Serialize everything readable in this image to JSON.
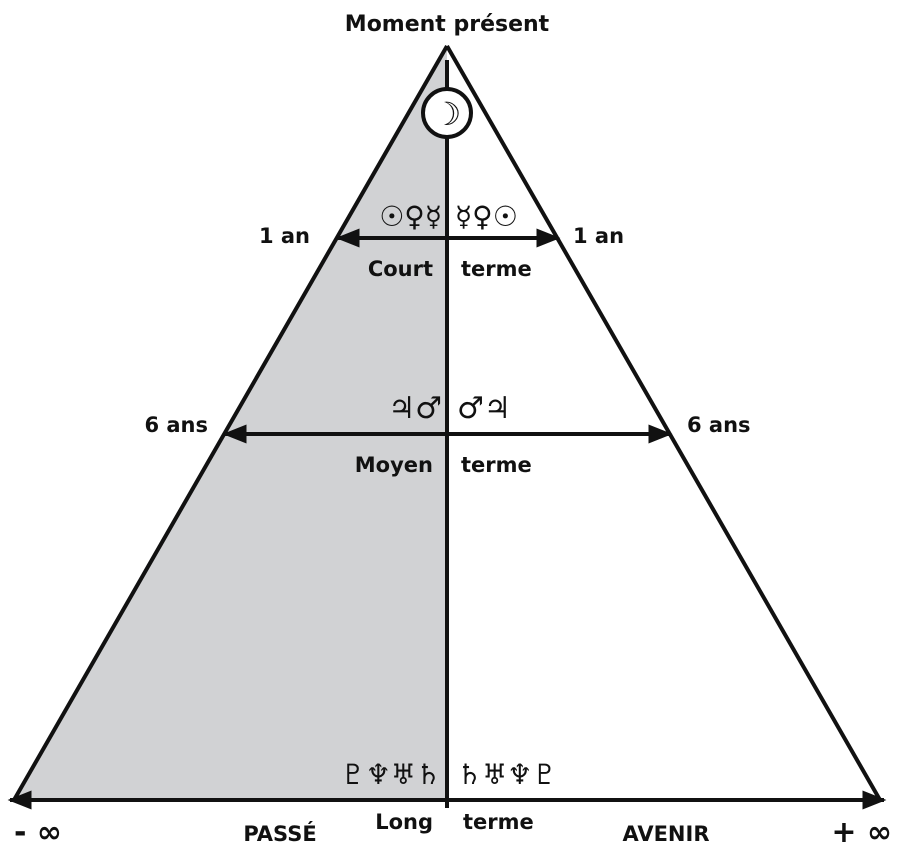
{
  "title": "Moment présent",
  "moon_symbol": "☽",
  "levels": [
    {
      "key": "court",
      "left_label": "1 an",
      "right_label": "1 an",
      "term_left": "Court",
      "term_right": "terme",
      "symbols_left": "☉♀☿",
      "symbols_right": "☿♀☉"
    },
    {
      "key": "moyen",
      "left_label": "6 ans",
      "right_label": "6 ans",
      "term_left": "Moyen",
      "term_right": "terme",
      "symbols_left": "♃♂",
      "symbols_right": "♂♃"
    },
    {
      "key": "long",
      "left_label": "- ∞",
      "right_label": "+ ∞",
      "term_left": "Long",
      "term_right": "terme",
      "symbols_left": "♇♆♅♄",
      "symbols_right": "♄♅♆♇"
    }
  ],
  "past_label": "PASSÉ",
  "future_label": "AVENIR",
  "colors": {
    "past_fill": "#d1d2d4",
    "future_fill": "#ffffff",
    "stroke": "#111111"
  }
}
